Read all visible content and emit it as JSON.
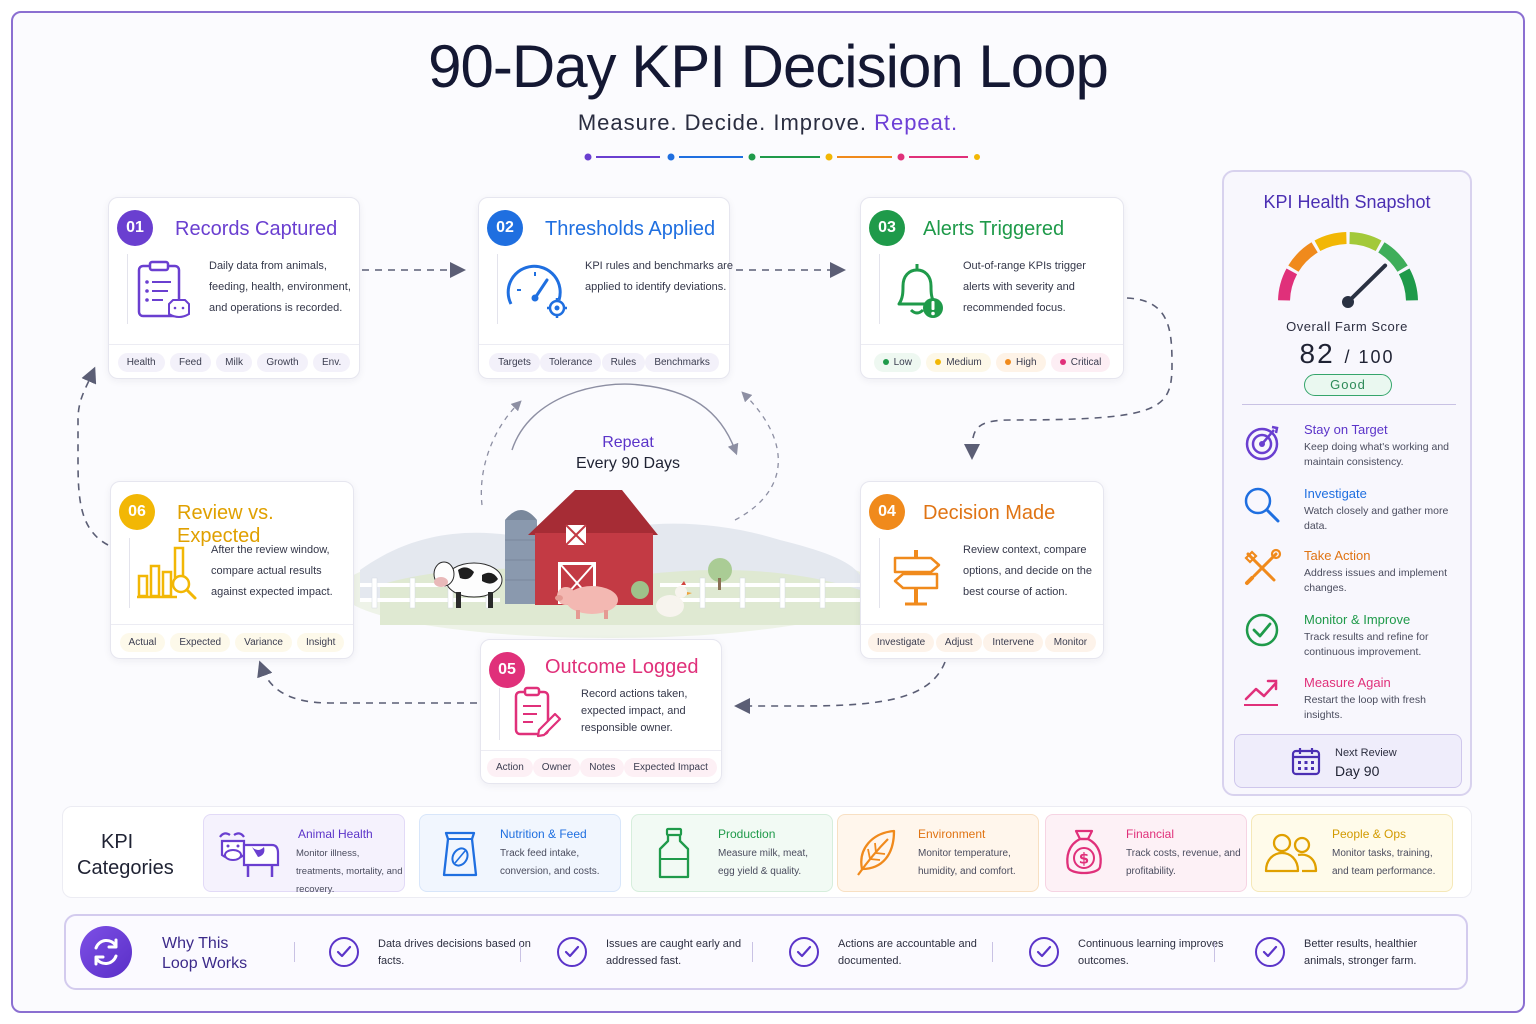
{
  "title": "90-Day KPI Decision Loop",
  "subtitle": {
    "main": "Measure. Decide. Improve.",
    "accent": "Repeat."
  },
  "colors": {
    "purple": "#6a3fd0",
    "blue": "#1f6fe0",
    "green": "#1f9a4a",
    "orange": "#f08a1c",
    "pink": "#e0307a",
    "amber": "#f2b705",
    "frame": "#8b6fd1"
  },
  "steps": [
    {
      "num": "01",
      "title": "Records Captured",
      "color": "#6a3fd0",
      "icon": "clipboard-cow-icon",
      "desc": "Daily data from animals, feeding, health, environment, and operations is recorded.",
      "tags": [
        "Health",
        "Feed",
        "Milk",
        "Growth",
        "Env."
      ]
    },
    {
      "num": "02",
      "title": "Thresholds Applied",
      "color": "#1f6fe0",
      "icon": "gauge-gear-icon",
      "desc": "KPI rules and benchmarks are applied to identify deviations.",
      "tags": [
        "Targets",
        "Tolerance",
        "Rules",
        "Benchmarks"
      ]
    },
    {
      "num": "03",
      "title": "Alerts Triggered",
      "color": "#1f9a4a",
      "icon": "bell-alert-icon",
      "desc": "Out-of-range KPIs trigger alerts with severity and recommended focus.",
      "tags": [
        "Low",
        "Medium",
        "High",
        "Critical"
      ],
      "tag_colors": [
        "#1f9a4a",
        "#f2b705",
        "#f08a1c",
        "#e0307a"
      ]
    },
    {
      "num": "04",
      "title": "Decision Made",
      "color": "#f08a1c",
      "icon": "signpost-icon",
      "desc": "Review context, compare options, and decide on the best course of action.",
      "tags": [
        "Investigate",
        "Adjust",
        "Intervene",
        "Monitor"
      ]
    },
    {
      "num": "05",
      "title": "Outcome Logged",
      "color": "#e0307a",
      "icon": "clipboard-pen-icon",
      "desc": "Record actions taken, expected impact, and responsible owner.",
      "tags": [
        "Action",
        "Owner",
        "Notes",
        "Expected Impact"
      ]
    },
    {
      "num": "06",
      "title": "Review vs. Expected",
      "color": "#f2b705",
      "icon": "bar-chart-magnifier-icon",
      "desc": "After the review window, compare actual results against expected impact.",
      "tags": [
        "Actual",
        "Expected",
        "Variance",
        "Insight"
      ]
    }
  ],
  "center": {
    "line1": "Repeat",
    "line2": "Every 90 Days",
    "illustration": "farm-barn-animals-illustration"
  },
  "snapshot": {
    "title": "KPI Health Snapshot",
    "score_label": "Overall  Farm Score",
    "score": "82",
    "score_max": "/ 100",
    "gauge_value": 0.82,
    "status": "Good",
    "items": [
      {
        "title": "Stay on Target",
        "desc": "Keep doing what's working and maintain consistency.",
        "color": "#6a3fd0",
        "icon": "target-icon"
      },
      {
        "title": "Investigate",
        "desc": "Watch closely and gather more data.",
        "color": "#1f6fe0",
        "icon": "magnifier-icon"
      },
      {
        "title": "Take Action",
        "desc": "Address issues and implement changes.",
        "color": "#f08a1c",
        "icon": "tools-icon"
      },
      {
        "title": "Monitor & Improve",
        "desc": "Track results and refine for continuous improvement.",
        "color": "#1f9a4a",
        "icon": "check-circle-icon"
      },
      {
        "title": "Measure Again",
        "desc": "Restart the loop with fresh insights.",
        "color": "#e0307a",
        "icon": "trend-up-icon"
      }
    ],
    "next_review": {
      "label": "Next Review",
      "day": "Day 90",
      "icon": "calendar-icon"
    }
  },
  "categories": {
    "title_line1": "KPI",
    "title_line2": "Categories",
    "items": [
      {
        "title": "Animal Health",
        "desc": "Monitor illness, treatments, mortality, and recovery.",
        "color": "#6a3fd0",
        "bg": "#f5f2fd",
        "border": "#e2daf7",
        "icon": "cow-icon"
      },
      {
        "title": "Nutrition & Feed",
        "desc": "Track feed intake, conversion, and costs.",
        "color": "#1f6fe0",
        "bg": "#f1f6fe",
        "border": "#d8e6fa",
        "icon": "feed-bag-icon"
      },
      {
        "title": "Production",
        "desc": "Measure milk, meat, egg yield & quality.",
        "color": "#1f9a4a",
        "bg": "#f2faf4",
        "border": "#d6eedc",
        "icon": "milk-bottle-icon"
      },
      {
        "title": "Environment",
        "desc": "Monitor temperature, humidity, and comfort.",
        "color": "#f08a1c",
        "bg": "#fff6ec",
        "border": "#f8e0c3",
        "icon": "leaf-icon"
      },
      {
        "title": "Financial",
        "desc": "Track costs, revenue, and profitability.",
        "color": "#e0307a",
        "bg": "#fdf1f6",
        "border": "#f6d4e3",
        "icon": "money-bag-icon"
      },
      {
        "title": "People & Ops",
        "desc": "Monitor tasks, training, and team performance.",
        "color": "#d9a300",
        "bg": "#fffbea",
        "border": "#f5e8b8",
        "icon": "people-icon"
      }
    ]
  },
  "why": {
    "title_line1": "Why This",
    "title_line2": "Loop Works",
    "icon": "refresh-loop-icon",
    "items": [
      "Data drives decisions based on facts.",
      "Issues are caught early and addressed fast.",
      "Actions are accountable and documented.",
      "Continuous learning improves outcomes.",
      "Better results, healthier animals, stronger farm."
    ]
  }
}
